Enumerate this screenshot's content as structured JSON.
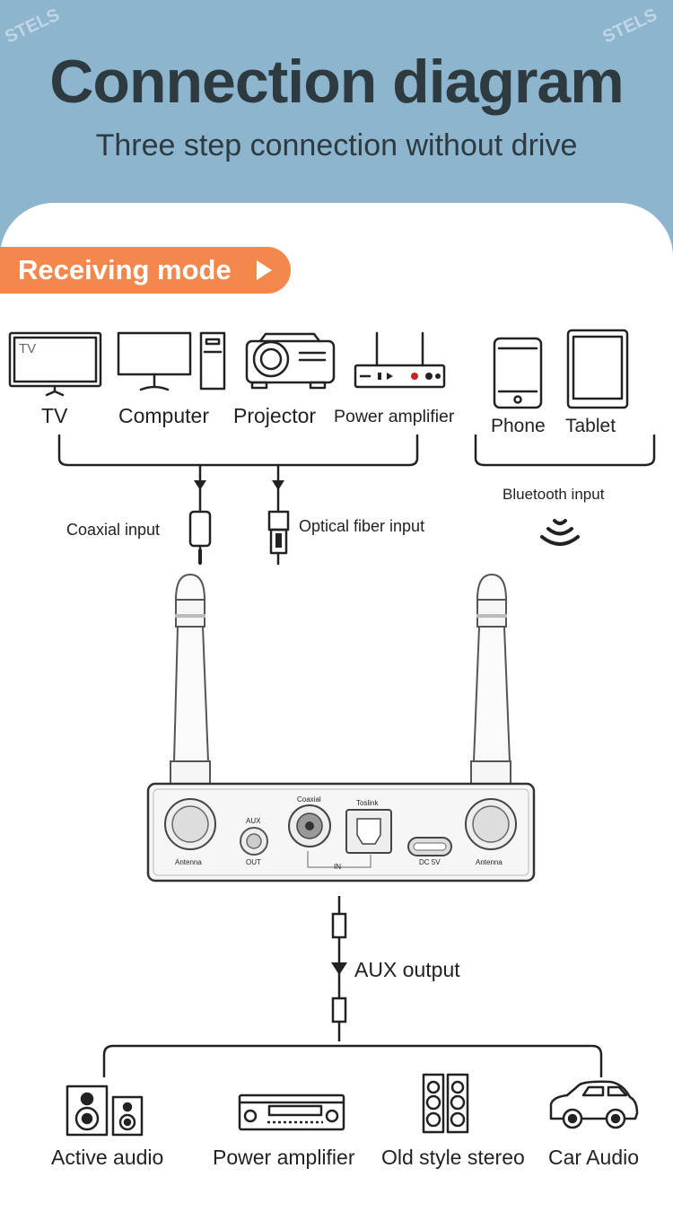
{
  "header": {
    "title": "Connection diagram",
    "subtitle": "Three step connection without drive",
    "watermark": "STELS"
  },
  "mode_badge": {
    "label": "Receiving mode"
  },
  "sources": {
    "wired": [
      {
        "label": "TV",
        "screen_text": "TV",
        "icon": "tv-icon"
      },
      {
        "label": "Computer",
        "icon": "computer-icon"
      },
      {
        "label": "Projector",
        "icon": "projector-icon"
      },
      {
        "label": "Power amplifier",
        "icon": "amplifier-icon"
      }
    ],
    "wireless": [
      {
        "label": "Phone",
        "icon": "phone-icon"
      },
      {
        "label": "Tablet",
        "icon": "tablet-icon"
      }
    ]
  },
  "inputs": {
    "coaxial": "Coaxial input",
    "optical": "Optical fiber input",
    "bluetooth": "Bluetooth input"
  },
  "device": {
    "antenna_left": "Antenna",
    "antenna_right": "Antenna",
    "aux_top": "AUX",
    "aux_bottom": "OUT",
    "coaxial": "Coaxial",
    "toslink": "Toslink",
    "in": "IN",
    "dc": "DC 5V"
  },
  "output": {
    "label": "AUX output"
  },
  "outputs": [
    {
      "label": "Active audio",
      "icon": "active-speakers-icon"
    },
    {
      "label": "Power amplifier",
      "icon": "av-receiver-icon"
    },
    {
      "label": "Old style stereo",
      "icon": "stereo-speakers-icon"
    },
    {
      "label": "Car Audio",
      "icon": "car-icon"
    }
  ],
  "colors": {
    "header_bg": "#8db5ce",
    "accent": "#f4874b",
    "title_text": "#2d3a40"
  }
}
